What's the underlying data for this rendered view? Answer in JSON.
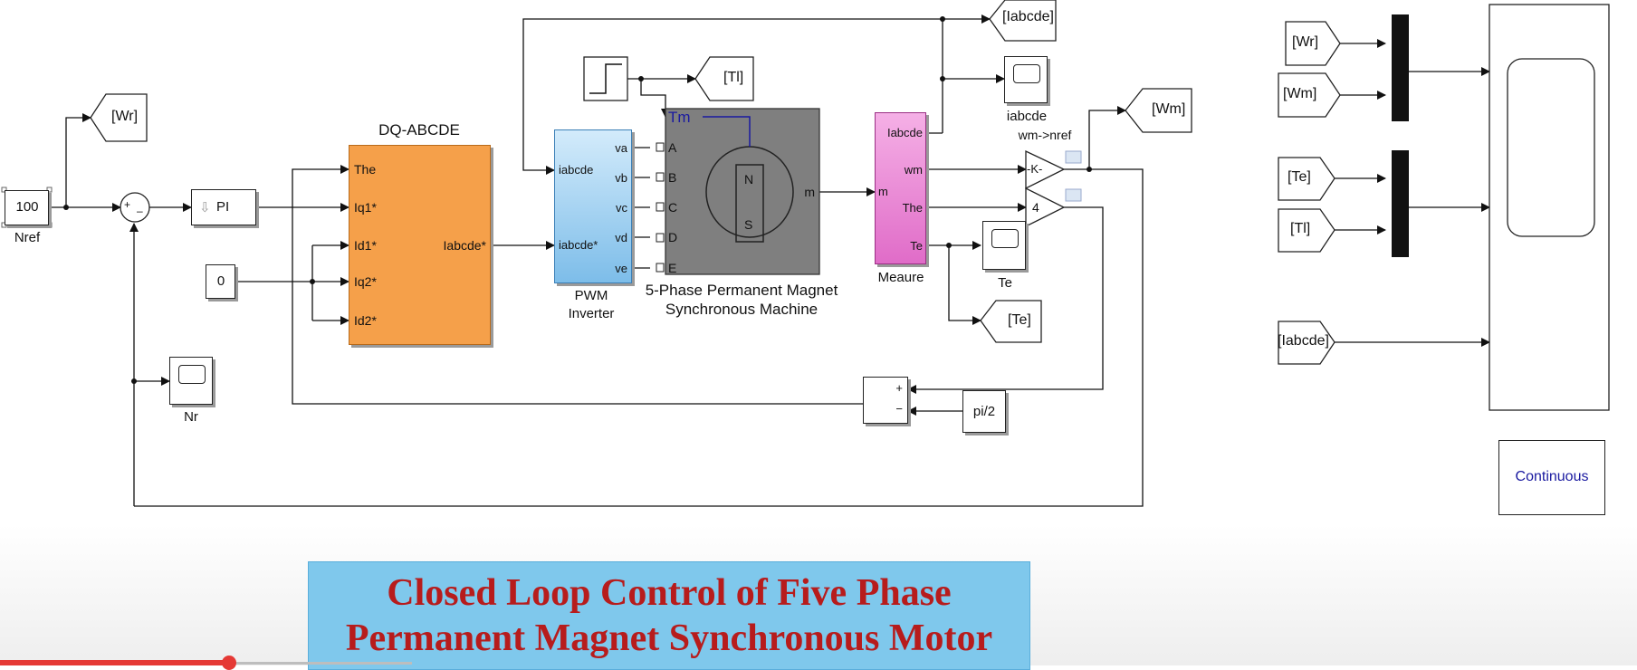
{
  "blocks": {
    "nref_value": "100",
    "nref_label": "Nref",
    "wr_goto": "[Wr]",
    "pi_label": "PI",
    "zero_const": "0",
    "nr_label": "Nr",
    "dq_title": "DQ-ABCDE",
    "dq_in_1": "The",
    "dq_in_2": "Iq1*",
    "dq_in_3": "Id1*",
    "dq_in_4": "Iq2*",
    "dq_in_5": "Id2*",
    "dq_out": "Iabcde*",
    "pwm_in_1": "iabcde",
    "pwm_in_2": "iabcde*",
    "pwm_out_1": "va",
    "pwm_out_2": "vb",
    "pwm_out_3": "vc",
    "pwm_out_4": "vd",
    "pwm_out_5": "ve",
    "pwm_label_1": "PWM",
    "pwm_label_2": "Inverter",
    "tl_goto": "[Tl]",
    "machine_tm": "Tm",
    "machine_in_a": "A",
    "machine_in_b": "B",
    "machine_in_c": "C",
    "machine_in_d": "D",
    "machine_in_e": "E",
    "machine_out": "m",
    "machine_n": "N",
    "machine_s": "S",
    "machine_label_1": "5-Phase Permanent Magnet",
    "machine_label_2": "Synchronous Machine",
    "meas_in": "m",
    "meas_out_1": "Iabcde",
    "meas_out_2": "wm",
    "meas_out_3": "The",
    "meas_out_4": "Te",
    "meas_label": "Meaure",
    "iabcde_goto_top": "[Iabcde]",
    "iabcde_scope": "iabcde",
    "gain_k": "-K-",
    "gain_label": "wm->nref",
    "gain_4": "4",
    "wm_goto": "[Wm]",
    "te_scope": "Te",
    "te_goto": "[Te]",
    "sum_plus": "+",
    "sum_minus": "−",
    "pi2_const": "pi/2",
    "from_wr": "[Wr]",
    "from_wm": "[Wm]",
    "from_te": "[Te]",
    "from_tl": "[Tl]",
    "from_iabcde": "[Iabcde]",
    "continuous": "Continuous"
  },
  "title": {
    "line1": "Closed Loop Control of Five Phase",
    "line2": "Permanent Magnet Synchronous Motor"
  },
  "colors": {
    "dq_block": "#f5a04a",
    "pwm_block": "#8ec6ef",
    "machine_block": "#7f7f7f",
    "measure_block": "#e874d0",
    "title_bg": "#7fc8ec",
    "title_text": "#b71c1c",
    "progress": "#e53935"
  }
}
